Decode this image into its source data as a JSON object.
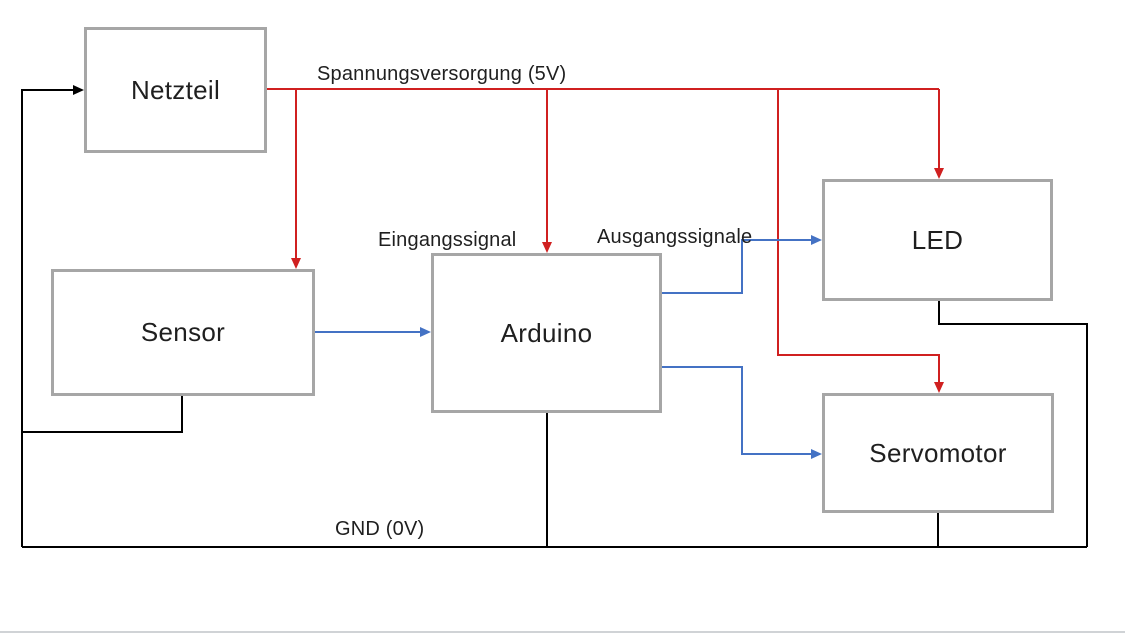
{
  "colors": {
    "power": "#d02020",
    "signal": "#4472c4",
    "ground": "#000000",
    "box_border": "#a6a6a6",
    "divider": "#d0d3d6"
  },
  "blocks": {
    "netzteil": {
      "label": "Netzteil"
    },
    "sensor": {
      "label": "Sensor"
    },
    "arduino": {
      "label": "Arduino"
    },
    "led": {
      "label": "LED"
    },
    "servomotor": {
      "label": "Servomotor"
    }
  },
  "labels": {
    "power": "Spannungsversorgung (5V)",
    "input": "Eingangssignal",
    "outputs": "Ausgangssignale",
    "ground": "GND (0V)"
  },
  "connections": [
    {
      "from": "Netzteil",
      "to": "Sensor",
      "type": "power",
      "label": "Spannungsversorgung (5V)"
    },
    {
      "from": "Netzteil",
      "to": "Arduino",
      "type": "power",
      "label": "Spannungsversorgung (5V)"
    },
    {
      "from": "Netzteil",
      "to": "LED",
      "type": "power",
      "label": "Spannungsversorgung (5V)"
    },
    {
      "from": "Netzteil",
      "to": "Servomotor",
      "type": "power",
      "label": "Spannungsversorgung (5V)"
    },
    {
      "from": "Sensor",
      "to": "Arduino",
      "type": "signal",
      "label": "Eingangssignal"
    },
    {
      "from": "Arduino",
      "to": "LED",
      "type": "signal",
      "label": "Ausgangssignale"
    },
    {
      "from": "Arduino",
      "to": "Servomotor",
      "type": "signal",
      "label": "Ausgangssignale"
    },
    {
      "from": "Sensor, Arduino, LED, Servomotor",
      "to": "Netzteil",
      "type": "ground",
      "label": "GND (0V)"
    }
  ]
}
